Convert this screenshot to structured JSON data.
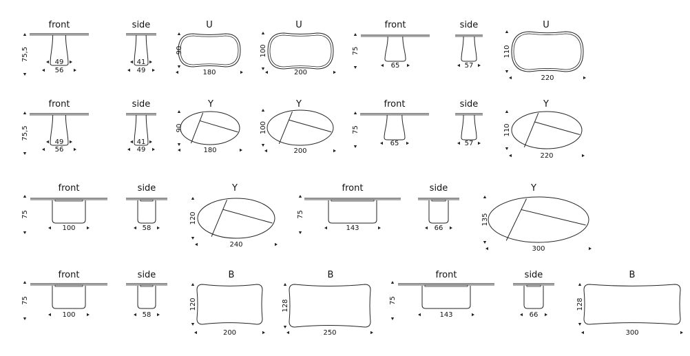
{
  "labels": {
    "front": "front",
    "side": "side",
    "U": "U",
    "Y": "Y",
    "B": "B"
  },
  "rows": [
    {
      "groups": [
        {
          "height": "75,5",
          "front_w": [
            "49",
            "56"
          ],
          "side_w": [
            "41",
            "49"
          ],
          "shapes": [
            {
              "type": "U",
              "w": "180",
              "h": "90"
            },
            {
              "type": "U",
              "w": "200",
              "h": "100"
            }
          ]
        },
        {
          "height": "75",
          "front_w": [
            "65"
          ],
          "side_w": [
            "57"
          ],
          "shapes": [
            {
              "type": "U",
              "w": "220",
              "h": "110"
            }
          ]
        }
      ]
    },
    {
      "groups": [
        {
          "height": "75,5",
          "front_w": [
            "49",
            "56"
          ],
          "side_w": [
            "41",
            "49"
          ],
          "shapes": [
            {
              "type": "Y",
              "w": "180",
              "h": "90"
            },
            {
              "type": "Y",
              "w": "200",
              "h": "100"
            }
          ]
        },
        {
          "height": "75",
          "front_w": [
            "65"
          ],
          "side_w": [
            "57"
          ],
          "shapes": [
            {
              "type": "Y",
              "w": "220",
              "h": "110"
            }
          ]
        }
      ]
    },
    {
      "groups": [
        {
          "height": "75",
          "front_w": [
            "100"
          ],
          "side_w": [
            "58"
          ],
          "shapes": [
            {
              "type": "Y",
              "w": "240",
              "h": "120"
            }
          ]
        },
        {
          "height": "75",
          "front_w": [
            "143"
          ],
          "side_w": [
            "66"
          ],
          "shapes": [
            {
              "type": "Y",
              "w": "300",
              "h": "135"
            }
          ]
        }
      ]
    },
    {
      "groups": [
        {
          "height": "75",
          "front_w": [
            "100"
          ],
          "side_w": [
            "58"
          ],
          "shapes": [
            {
              "type": "B",
              "w": "200",
              "h": "120"
            },
            {
              "type": "B",
              "w": "250",
              "h": "128"
            }
          ]
        },
        {
          "height": "75",
          "front_w": [
            "143"
          ],
          "side_w": [
            "66"
          ],
          "shapes": [
            {
              "type": "B",
              "w": "300",
              "h": "128"
            }
          ]
        }
      ]
    }
  ]
}
